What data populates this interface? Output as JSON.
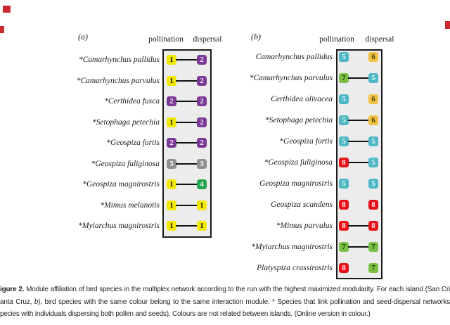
{
  "palette": {
    "1": {
      "bg": "#f3e800",
      "fg": "#1a1a00"
    },
    "2": {
      "bg": "#7b3a95",
      "fg": "#f4ebf8"
    },
    "3": {
      "bg": "#8f8f8f",
      "fg": "#ffffff"
    },
    "4": {
      "bg": "#23a64d",
      "fg": "#eaf6ee"
    },
    "5": {
      "bg": "#4fb7c5",
      "fg": "#f0fbfd"
    },
    "6": {
      "bg": "#efc243",
      "fg": "#4a3a06"
    },
    "7": {
      "bg": "#79bf44",
      "fg": "#233d0e"
    },
    "8": {
      "bg": "#e6121a",
      "fg": "#ffecec"
    }
  },
  "panel_a": {
    "label": "(a)",
    "col_pollination": "pollination",
    "col_dispersal": "dispersal",
    "rows": [
      {
        "species": "*Camarhynchus pallidus",
        "poll": "1",
        "disp": "2",
        "linked": true
      },
      {
        "species": "*Camarhynchus parvulus",
        "poll": "1",
        "disp": "2",
        "linked": true
      },
      {
        "species": "*Certhidea fusca",
        "poll": "2",
        "disp": "2",
        "linked": true
      },
      {
        "species": "*Setophaga petechia",
        "poll": "1",
        "disp": "2",
        "linked": true
      },
      {
        "species": "*Geospiza fortis",
        "poll": "2",
        "disp": "2",
        "linked": true
      },
      {
        "species": "*Geospiza fuliginosa",
        "poll": "3",
        "disp": "3",
        "linked": true
      },
      {
        "species": "*Geospiza magnirostris",
        "poll": "1",
        "disp": "4",
        "linked": true
      },
      {
        "species": "*Mimus melanotis",
        "poll": "1",
        "disp": "1",
        "linked": true
      },
      {
        "species": "*Myiarchus magnirostris",
        "poll": "1",
        "disp": "1",
        "linked": true
      }
    ]
  },
  "panel_b": {
    "label": "(b)",
    "col_pollination": "pollination",
    "col_dispersal": "dispersal",
    "rows": [
      {
        "species": "Camarhynchus pallidus",
        "poll": "5",
        "disp": "6",
        "linked": false
      },
      {
        "species": "*Camarhynchus parvulus",
        "poll": "7",
        "disp": "5",
        "linked": true
      },
      {
        "species": "Certhidea olivacea",
        "poll": "5",
        "disp": "6",
        "linked": false
      },
      {
        "species": "*Setophaga petechia",
        "poll": "5",
        "disp": "6",
        "linked": true
      },
      {
        "species": "*Geospiza fortis",
        "poll": "5",
        "disp": "5",
        "linked": true
      },
      {
        "species": "*Geospiza fuliginosa",
        "poll": "8",
        "disp": "5",
        "linked": true
      },
      {
        "species": "Geospiza magnirostris",
        "poll": "5",
        "disp": "5",
        "linked": false
      },
      {
        "species": "Geospiza scandens",
        "poll": "8",
        "disp": "8",
        "linked": false
      },
      {
        "species": "*Mimus parvulus",
        "poll": "8",
        "disp": "8",
        "linked": true
      },
      {
        "species": "*Myiarchus magnirostris",
        "poll": "7",
        "disp": "7",
        "linked": true
      },
      {
        "species": "Platyspiza crassirostris",
        "poll": "8",
        "disp": "7",
        "linked": false
      }
    ]
  },
  "caption": {
    "line1_bold": "igure 2.",
    "line1_rest": " Module affiliation of bird species in the multiplex network according to the run with the highest maximized modularity. For each island (San Cri",
    "line2_pre": "anta Cruz, ",
    "line2_italic": "b",
    "line2_rest": "), bird species with the same colour belong to the same interaction module. * Species that link pollination and seed-dispersal networks",
    "line3": "pecies with individuals dispersing both pollen and seeds). Colours are not related between islands. (Online version in colour.)"
  }
}
